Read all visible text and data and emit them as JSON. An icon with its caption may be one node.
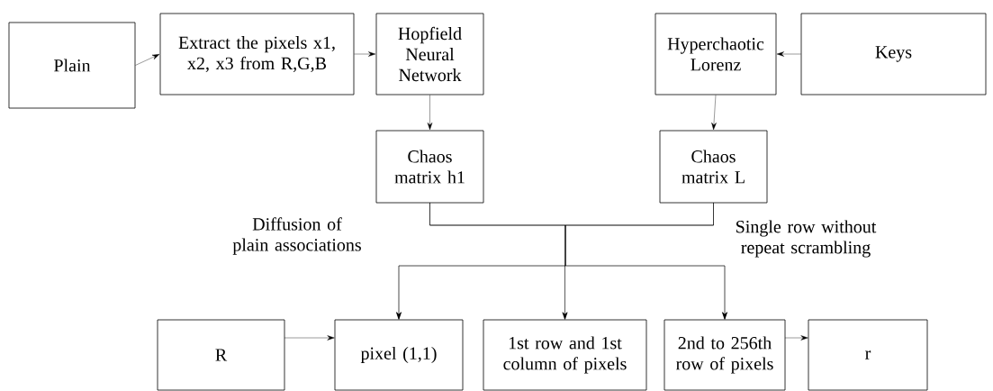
{
  "diagram": {
    "nodes": [
      {
        "text": [
          "Plain"
        ]
      },
      {
        "text": [
          "Extract the pixels x1, x2, x3 from R,G,B"
        ]
      },
      {
        "text": [
          "Hopfield Neural Network"
        ]
      },
      {
        "text": [
          "Hyperchaotic Lorenz"
        ]
      },
      {
        "text": [
          "Keys"
        ]
      },
      {
        "text": [
          "Chaos matrix h1"
        ]
      },
      {
        "text": [
          "Chaos matrix L"
        ]
      },
      {
        "text": [
          "R"
        ]
      },
      {
        "text": [
          "pixel (1,1)"
        ]
      },
      {
        "text": [
          "1st row and 1st column of pixels"
        ]
      },
      {
        "text": [
          "2nd to 256th row of pixels"
        ]
      },
      {
        "text": [
          "r"
        ]
      }
    ],
    "edges": [
      {
        "from": 0,
        "to": 1,
        "arrow": "to"
      },
      {
        "from": 1,
        "to": 2,
        "arrow": "to"
      },
      {
        "from": 4,
        "to": 3,
        "arrow": "to"
      },
      {
        "from": 2,
        "to": 5,
        "arrow": "to"
      },
      {
        "from": 3,
        "to": 6,
        "arrow": "to"
      },
      {
        "from": 5,
        "to": 8,
        "arrow": "to"
      },
      {
        "from": 5,
        "to": 9,
        "arrow": "to"
      },
      {
        "from": 5,
        "to": 10,
        "arrow": "to"
      },
      {
        "from": 6,
        "to": 8,
        "arrow": "to"
      },
      {
        "from": 6,
        "to": 9,
        "arrow": "to"
      },
      {
        "from": 6,
        "to": 10,
        "arrow": "to"
      },
      {
        "from": 7,
        "to": 8,
        "arrow": "to"
      },
      {
        "from": 10,
        "to": 11,
        "arrow": "to"
      }
    ],
    "labels": [
      "Diffusion of plain associations",
      "Single row without repeat scrambling"
    ]
  }
}
